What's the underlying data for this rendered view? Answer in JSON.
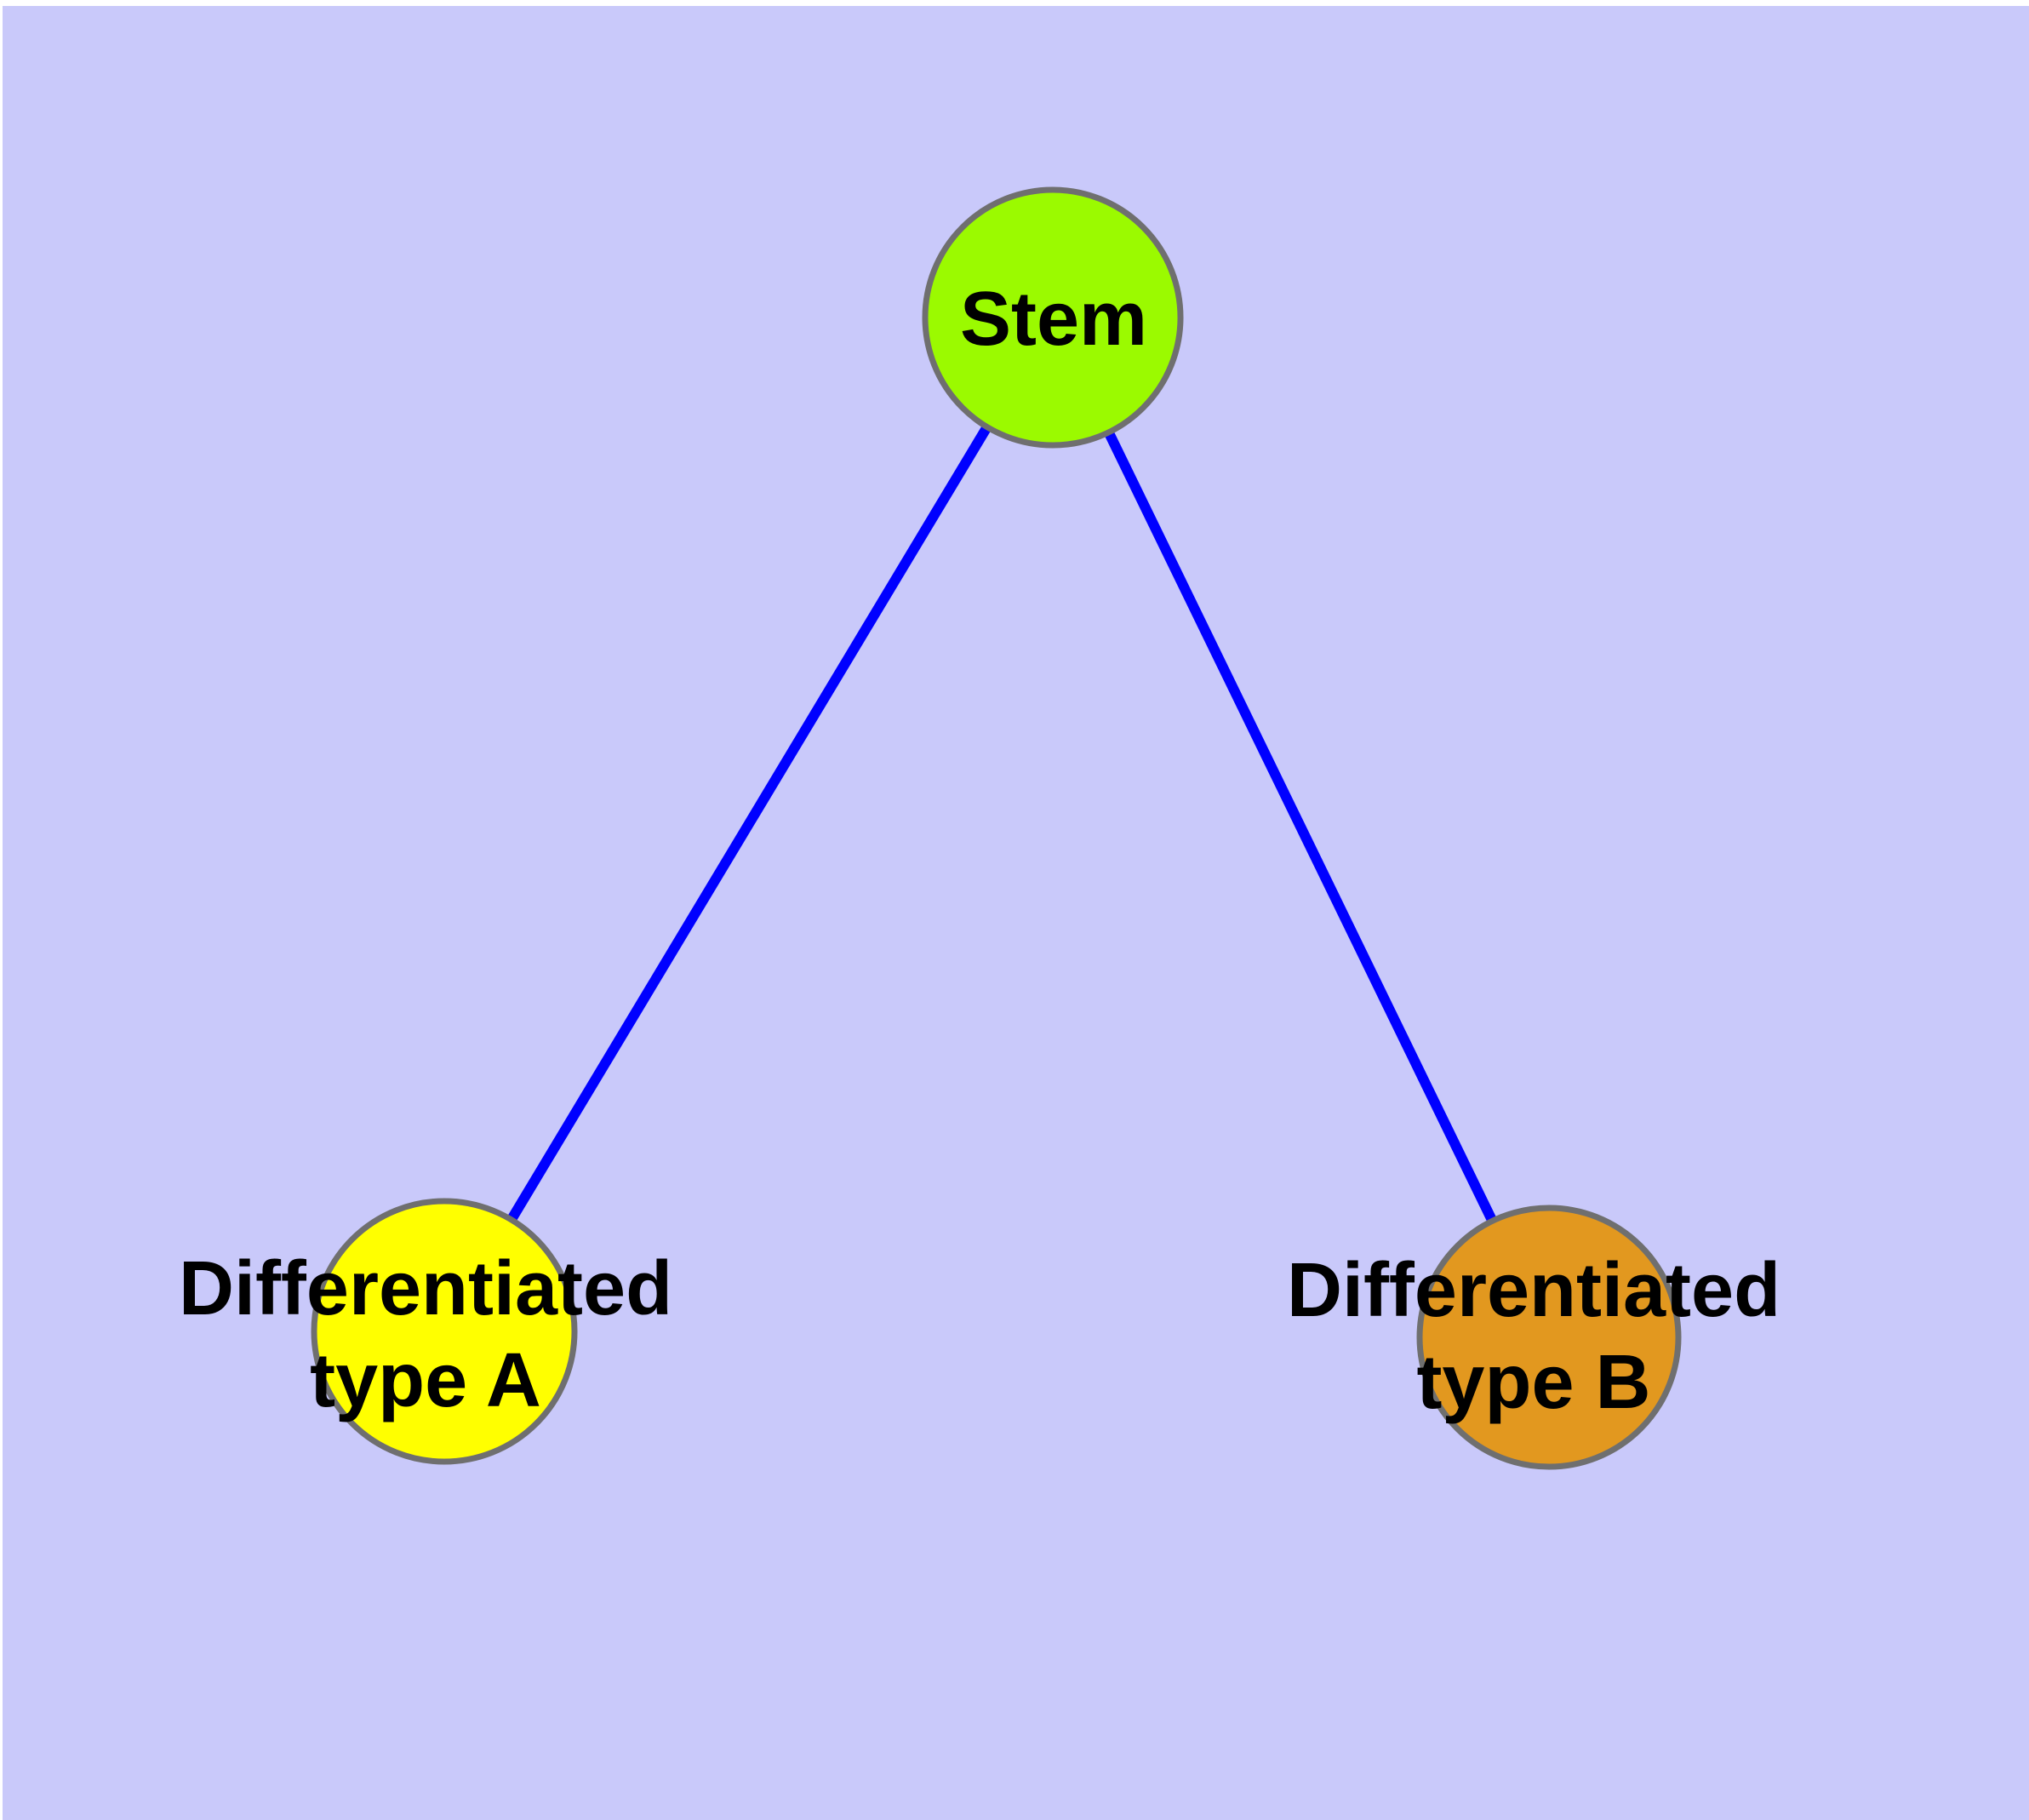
{
  "diagram": {
    "background_color": "#c9c9fa",
    "edge_color": "#0000ff",
    "node_border_color": "#6f6f6f",
    "label_color": "#000000",
    "nodes": [
      {
        "id": "stem",
        "label": "Stem",
        "color": "#9bfa00"
      },
      {
        "id": "type-a",
        "label_line1": "Differentiated",
        "label_line2": "type A",
        "color": "#ffff00"
      },
      {
        "id": "type-b",
        "label_line1": "Differentiated",
        "label_line2": "type B",
        "color": "#e2981f"
      }
    ],
    "edges": [
      {
        "from": "stem",
        "to": "type-a"
      },
      {
        "from": "stem",
        "to": "type-b"
      }
    ]
  }
}
